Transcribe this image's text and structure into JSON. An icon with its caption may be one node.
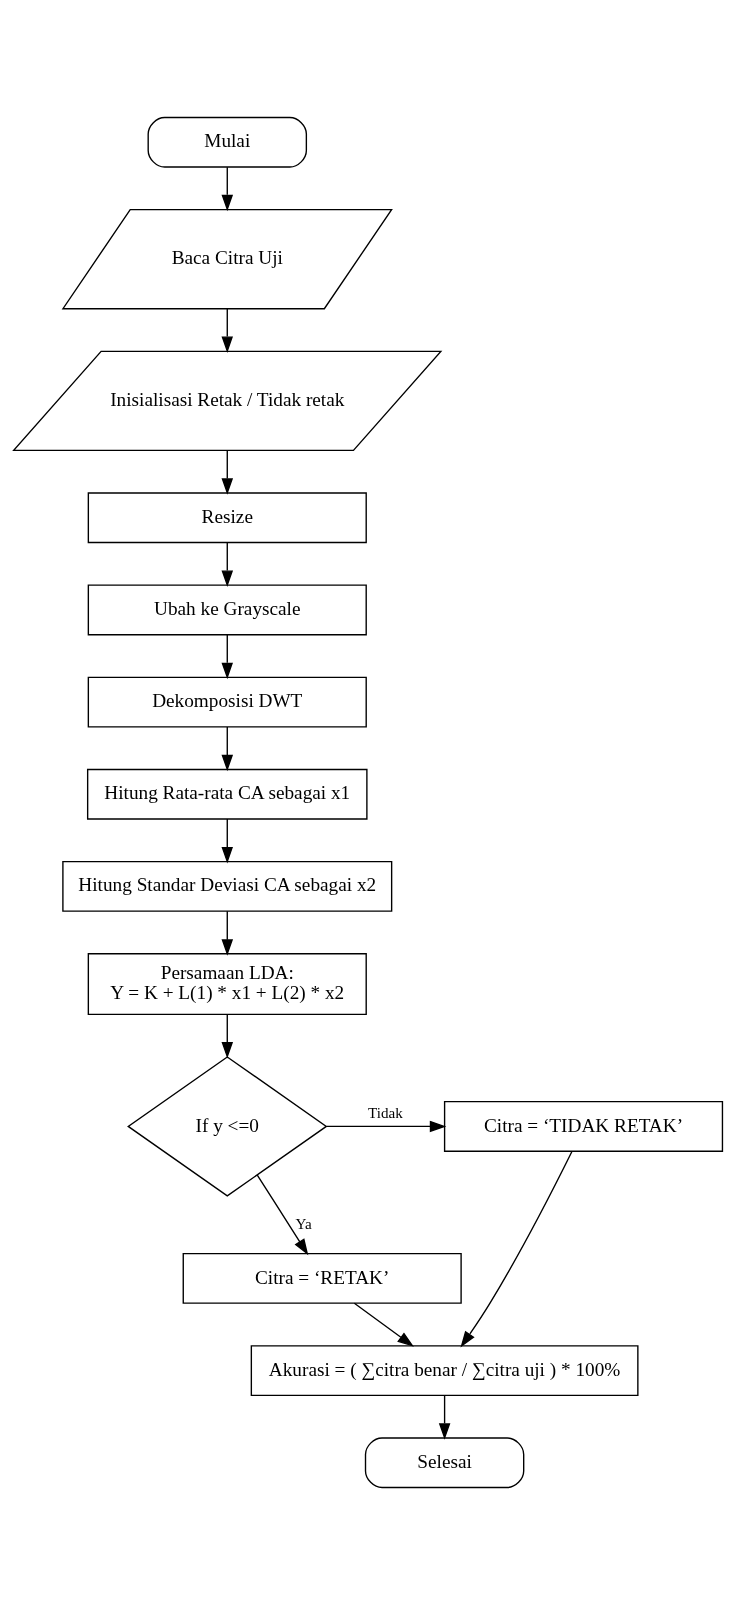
{
  "diagram": {
    "nodes": [
      {
        "text": [
          "Mulai"
        ]
      },
      {
        "text": [
          "Baca Citra Uji"
        ]
      },
      {
        "text": [
          "Inisialisasi Retak / Tidak retak"
        ]
      },
      {
        "text": [
          "Resize"
        ]
      },
      {
        "text": [
          "Ubah ke Grayscale"
        ]
      },
      {
        "text": [
          "Dekomposisi DWT"
        ]
      },
      {
        "text": [
          "Hitung Rata-rata CA sebagai x1"
        ]
      },
      {
        "text": [
          "Hitung Standar Deviasi CA sebagai x2"
        ]
      },
      {
        "text": [
          "Persamaan LDA:",
          "Y = K + L(1) * x1 + L(2) * x2"
        ]
      },
      {
        "text": [
          "If y <=0"
        ]
      },
      {
        "text": [
          "Citra = ‘TIDAK RETAK’"
        ]
      },
      {
        "text": [
          "Citra = ‘RETAK’"
        ]
      },
      {
        "text": [
          "Akurasi = ( ∑citra benar / ∑citra uji ) * 100%"
        ]
      },
      {
        "text": [
          "Selesai"
        ]
      }
    ],
    "edges": [
      {
        "from": 0,
        "to": 1,
        "arrow": "to"
      },
      {
        "from": 1,
        "to": 2,
        "arrow": "to"
      },
      {
        "from": 2,
        "to": 3,
        "arrow": "to"
      },
      {
        "from": 3,
        "to": 4,
        "arrow": "to"
      },
      {
        "from": 4,
        "to": 5,
        "arrow": "to"
      },
      {
        "from": 5,
        "to": 6,
        "arrow": "to"
      },
      {
        "from": 6,
        "to": 7,
        "arrow": "to"
      },
      {
        "from": 7,
        "to": 8,
        "arrow": "to"
      },
      {
        "from": 8,
        "to": 9,
        "arrow": "to"
      },
      {
        "from": 9,
        "to": 10,
        "arrow": "to",
        "label": "Tidak"
      },
      {
        "from": 9,
        "to": 11,
        "arrow": "to",
        "label": "Ya"
      },
      {
        "from": 11,
        "to": 12,
        "arrow": "to"
      },
      {
        "from": 10,
        "to": 12,
        "arrow": "to"
      },
      {
        "from": 12,
        "to": 13,
        "arrow": "to"
      }
    ]
  }
}
